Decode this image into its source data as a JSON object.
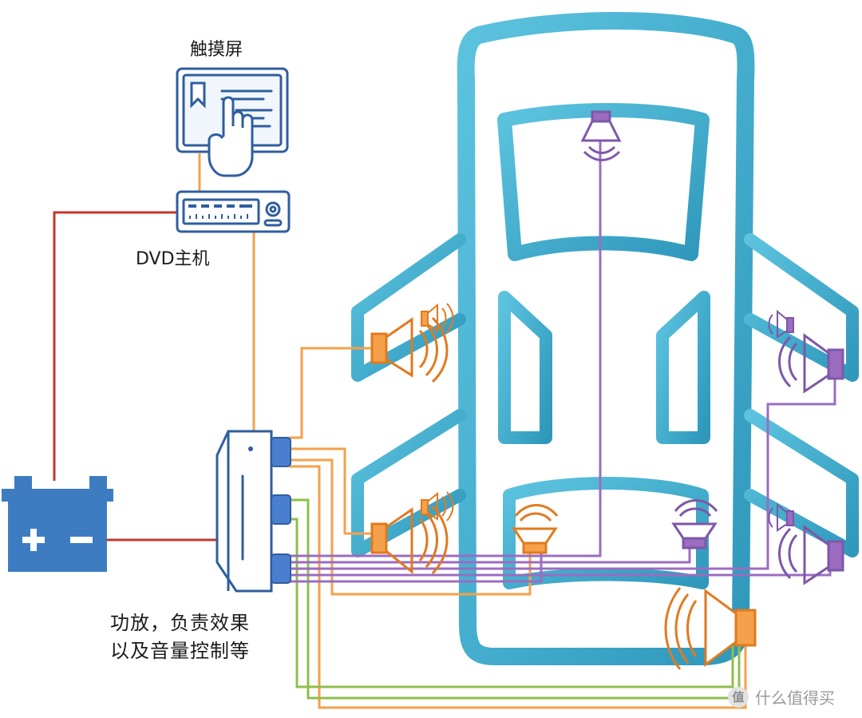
{
  "labels": {
    "touchscreen": "触摸屏",
    "head_unit": "DVD主机",
    "amplifier_line1": "功放，负责效果",
    "amplifier_line2": "以及音量控制等"
  },
  "watermark": {
    "badge": "值",
    "text": "什么值得买"
  },
  "colors": {
    "car_body": "#3aa9c9",
    "device_stroke": "#2f5e9e",
    "amplifier": "#4a7fcf",
    "battery": "#3e7cc2",
    "power_wire": "#c0392b",
    "signal_orange": "#f5a04a",
    "speaker_orange": "#e07a1f",
    "signal_purple": "#9b6cc0",
    "signal_green": "#8fbf4a"
  },
  "icons": [
    "touchscreen-icon",
    "dvd-head-unit-icon",
    "amplifier-icon",
    "battery-icon",
    "speaker-icon"
  ]
}
